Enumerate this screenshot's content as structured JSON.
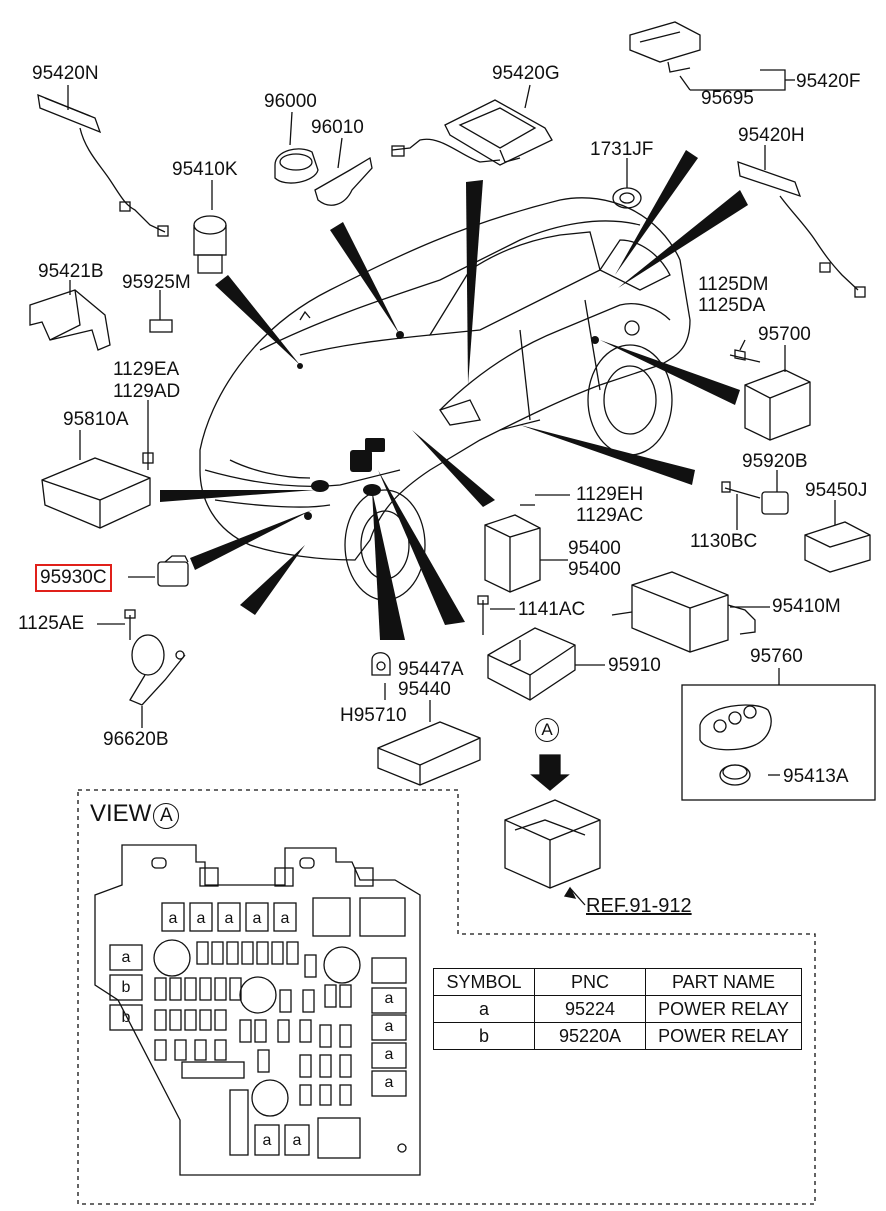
{
  "labels": [
    {
      "id": "95420N",
      "text": "95420N"
    },
    {
      "id": "95420G",
      "text": "95420G"
    },
    {
      "id": "96000",
      "text": "96000"
    },
    {
      "id": "96010",
      "text": "96010"
    },
    {
      "id": "95410K",
      "text": "95410K"
    },
    {
      "id": "1731JF",
      "text": "1731JF"
    },
    {
      "id": "95420H",
      "text": "95420H"
    },
    {
      "id": "95695",
      "text": "95695"
    },
    {
      "id": "95420F",
      "text": "95420F"
    },
    {
      "id": "95421B",
      "text": "95421B"
    },
    {
      "id": "95925M",
      "text": "95925M"
    },
    {
      "id": "1125DM",
      "text": "1125DM"
    },
    {
      "id": "1125DA",
      "text": "1125DA"
    },
    {
      "id": "95700",
      "text": "95700"
    },
    {
      "id": "1129EA",
      "text": "1129EA"
    },
    {
      "id": "1129AD",
      "text": "1129AD"
    },
    {
      "id": "95810A",
      "text": "95810A"
    },
    {
      "id": "95920B",
      "text": "95920B"
    },
    {
      "id": "95450J",
      "text": "95450J"
    },
    {
      "id": "1129EH",
      "text": "1129EH"
    },
    {
      "id": "1129AC",
      "text": "1129AC"
    },
    {
      "id": "1130BC",
      "text": "1130BC"
    },
    {
      "id": "95930C",
      "text": "95930C"
    },
    {
      "id": "95400a",
      "text": "95400"
    },
    {
      "id": "95400b",
      "text": "95400"
    },
    {
      "id": "1141AC",
      "text": "1141AC"
    },
    {
      "id": "95410M",
      "text": "95410M"
    },
    {
      "id": "1125AE",
      "text": "1125AE"
    },
    {
      "id": "95447A",
      "text": "95447A"
    },
    {
      "id": "95440",
      "text": "95440"
    },
    {
      "id": "95910",
      "text": "95910"
    },
    {
      "id": "95760",
      "text": "95760"
    },
    {
      "id": "H95710",
      "text": "H95710"
    },
    {
      "id": "96620B",
      "text": "96620B"
    },
    {
      "id": "95413A",
      "text": "95413A"
    }
  ],
  "view": {
    "title": "VIEW",
    "marker": "A"
  },
  "arrow_marker": "A",
  "ref": "REF.91-912",
  "table": {
    "headers": [
      "SYMBOL",
      "PNC",
      "PART NAME"
    ],
    "rows": [
      [
        "a",
        "95224",
        "POWER RELAY"
      ],
      [
        "b",
        "95220A",
        "POWER RELAY"
      ]
    ]
  },
  "fuse_letters": {
    "a": "a",
    "b": "b"
  },
  "highlight_color": "#e0201a"
}
